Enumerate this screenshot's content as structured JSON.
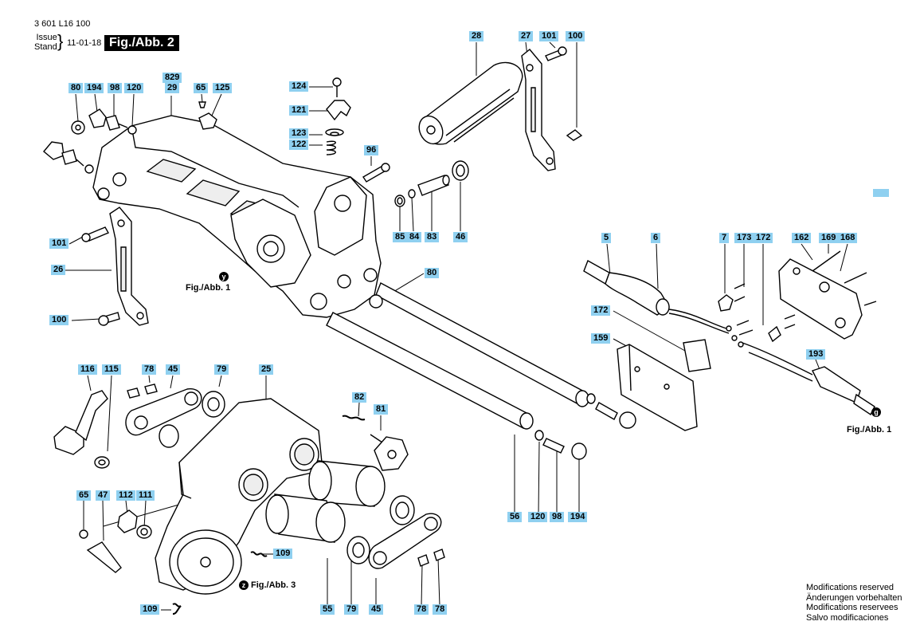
{
  "header": {
    "doc_code": "3 601 L16 100",
    "issue_label": "Issue",
    "stand_label": "Stand",
    "brace": "}",
    "date": "11-01-18",
    "figure": "Fig./Abb. 2"
  },
  "footer": {
    "mods": [
      "Modifications reserved",
      "Änderungen vorbehalten",
      "Modifications reservees",
      "Salvo modificaciones"
    ]
  },
  "colors": {
    "label_bg": "#8fd0f0",
    "line": "#000000",
    "part_fill": "#ffffff",
    "shade": "#e8e8e8"
  },
  "labels": [
    {
      "id": "80a",
      "text": "80"
    },
    {
      "id": "194a",
      "text": "194"
    },
    {
      "id": "98a",
      "text": "98"
    },
    {
      "id": "120a",
      "text": "120"
    },
    {
      "id": "829",
      "text": "829"
    },
    {
      "id": "29",
      "text": "29"
    },
    {
      "id": "65a",
      "text": "65"
    },
    {
      "id": "125",
      "text": "125"
    },
    {
      "id": "124",
      "text": "124"
    },
    {
      "id": "121",
      "text": "121"
    },
    {
      "id": "123",
      "text": "123"
    },
    {
      "id": "122",
      "text": "122"
    },
    {
      "id": "96",
      "text": "96"
    },
    {
      "id": "85",
      "text": "85"
    },
    {
      "id": "84",
      "text": "84"
    },
    {
      "id": "83",
      "text": "83"
    },
    {
      "id": "46",
      "text": "46"
    },
    {
      "id": "28",
      "text": "28"
    },
    {
      "id": "27",
      "text": "27"
    },
    {
      "id": "101a",
      "text": "101"
    },
    {
      "id": "100a",
      "text": "100"
    },
    {
      "id": "101b",
      "text": "101"
    },
    {
      "id": "26",
      "text": "26"
    },
    {
      "id": "100b",
      "text": "100"
    },
    {
      "id": "80b",
      "text": "80"
    },
    {
      "id": "5",
      "text": "5"
    },
    {
      "id": "6",
      "text": "6"
    },
    {
      "id": "7",
      "text": "7"
    },
    {
      "id": "173",
      "text": "173"
    },
    {
      "id": "172a",
      "text": "172"
    },
    {
      "id": "162",
      "text": "162"
    },
    {
      "id": "169",
      "text": "169"
    },
    {
      "id": "168",
      "text": "168"
    },
    {
      "id": "172b",
      "text": "172"
    },
    {
      "id": "159",
      "text": "159"
    },
    {
      "id": "193",
      "text": "193"
    },
    {
      "id": "116",
      "text": "116"
    },
    {
      "id": "115",
      "text": "115"
    },
    {
      "id": "78a",
      "text": "78"
    },
    {
      "id": "45a",
      "text": "45"
    },
    {
      "id": "79a",
      "text": "79"
    },
    {
      "id": "25",
      "text": "25"
    },
    {
      "id": "82",
      "text": "82"
    },
    {
      "id": "81",
      "text": "81"
    },
    {
      "id": "65b",
      "text": "65"
    },
    {
      "id": "47",
      "text": "47"
    },
    {
      "id": "112",
      "text": "112"
    },
    {
      "id": "111",
      "text": "111"
    },
    {
      "id": "109a",
      "text": "109"
    },
    {
      "id": "109b",
      "text": "109"
    },
    {
      "id": "56",
      "text": "56"
    },
    {
      "id": "120b",
      "text": "120"
    },
    {
      "id": "98b",
      "text": "98"
    },
    {
      "id": "194b",
      "text": "194"
    },
    {
      "id": "55",
      "text": "55"
    },
    {
      "id": "79b",
      "text": "79"
    },
    {
      "id": "45b",
      "text": "45"
    },
    {
      "id": "78b",
      "text": "78"
    },
    {
      "id": "78c",
      "text": "78"
    }
  ],
  "refs": [
    {
      "id": "y",
      "symbol": "y",
      "text": "Fig./Abb. 1"
    },
    {
      "id": "g",
      "symbol": "g",
      "text": "Fig./Abb. 1"
    },
    {
      "id": "z",
      "symbol": "z",
      "text": "Fig./Abb. 3"
    }
  ]
}
